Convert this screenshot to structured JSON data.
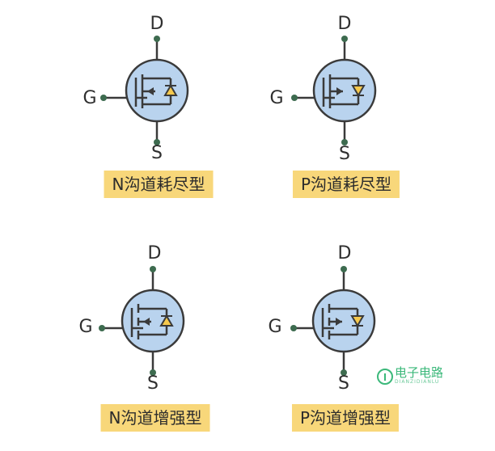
{
  "devices": [
    {
      "caption": "N沟道耗尽型",
      "pins": {
        "drain": "D",
        "gate": "G",
        "source": "S"
      }
    },
    {
      "caption": "P沟道耗尽型",
      "pins": {
        "drain": "D",
        "gate": "G",
        "source": "S"
      }
    },
    {
      "caption": "N沟道增强型",
      "pins": {
        "drain": "D",
        "gate": "G",
        "source": "S"
      }
    },
    {
      "caption": "P沟道增强型",
      "pins": {
        "drain": "D",
        "gate": "G",
        "source": "S"
      }
    }
  ],
  "watermark": {
    "title": "电子电路",
    "subtitle": "DIANZIDIANLU"
  },
  "colors": {
    "body_fill": "#b9d3ee",
    "outline": "#3a3a3a",
    "lead_dot": "#3d6b4f",
    "diode_fill": "#f6c94e",
    "caption_bg": "#f8d77a",
    "watermark": "#3bb87a"
  }
}
